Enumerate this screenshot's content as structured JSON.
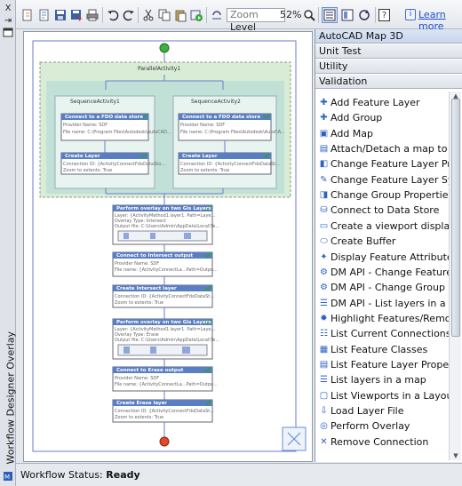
{
  "window": {
    "vertical_title": "Workflow Designer Overlay",
    "close_glyph": "X",
    "pin_glyph": "⇥"
  },
  "toolbar": {
    "zoom_placeholder": "Zoom",
    "zoom_value": "Level",
    "zoom_percent": "52%",
    "learn_more": "Learn more",
    "help_glyph": "?"
  },
  "workflow": {
    "parallel": "ParallelActivity1",
    "seq1": "SequenceActivity1",
    "seq2": "SequenceActivity2",
    "connect_left": "Connect to a FDO data store",
    "connect_right": "Connect to a FDO data store",
    "provider_left": "Provider Name: SDF",
    "file_left": "File name: C:\\Program Files\\Autodesk\\AutoCAD...",
    "provider_right": "Provider Name: SDF",
    "file_right": "File name: C:\\Program Files\\Autodesk\\AutoCA...",
    "create_layer_left": "Create Layer",
    "create_layer_right": "Create Layer",
    "conn_id_left": "Connection ID: {ActivityConnectFdoDataSto...",
    "zoom_extent_left": "Zoom to extents: True",
    "conn_id_right": "Connection ID: {ActivityConnectFdoDataSt...",
    "zoom_extent_right": "Zoom to extents: True",
    "overlay1": "Perform overlay on two Gis Layers",
    "overlay1_l1": "Layer: {ActivityMethod1.layer1. Path=Laye...",
    "overlay1_l2": "Overlay Type: Intersect",
    "overlay1_l3": "Output file: C:\\Users\\Admin\\AppData\\Local\\Te...",
    "connect_intersect": "Connect to Intersect output",
    "ci_l1": "Provider Name: SDF",
    "ci_l2": "File name: {ActivityConnectLa...Path=Outpu...",
    "create_intersect": "Create Intersect layer",
    "cil_l1": "Connection ID: {ActivityConnectFdoDataSt...",
    "cil_l2": "Zoom to extents: True",
    "overlay2": "Perform overlay on two Gis Layers",
    "overlay2_l1": "Layer: {ActivityMethod1.layer1. Path=Laye...",
    "overlay2_l2": "Overlay Type: Erase",
    "overlay2_l3": "Output file: C:\\Users\\Admin\\AppData\\Local\\Te...",
    "connect_erase": "Connect to Erase output",
    "ce_l1": "Provider Name: SDF",
    "ce_l2": "File name: {ActivityConnectLa...Path=Outpu...",
    "create_erase": "Create Erase layer",
    "cel_l1": "Connection ID: {ActivityConnectFdoDataSt...",
    "cel_l2": "Zoom to extents: True"
  },
  "panel": {
    "categories": [
      "AutoCAD Map 3D",
      "Unit Test",
      "Utility",
      "Validation"
    ],
    "activities": [
      {
        "label": "Add Feature Layer",
        "icon": "add-layer-icon"
      },
      {
        "label": "Add Group",
        "icon": "add-group-icon"
      },
      {
        "label": "Add Map",
        "icon": "add-map-icon"
      },
      {
        "label": "Attach/Detach a map to a viewport",
        "icon": "attach-map-icon"
      },
      {
        "label": "Change Feature Layer Properties",
        "icon": "layer-properties-icon"
      },
      {
        "label": "Change Feature Layer Symbol",
        "icon": "layer-symbol-icon"
      },
      {
        "label": "Change Group Properties",
        "icon": "group-properties-icon"
      },
      {
        "label": "Connect to Data Store",
        "icon": "connect-data-store-icon"
      },
      {
        "label": "Create a viewport displaying a map",
        "icon": "viewport-icon"
      },
      {
        "label": "Create Buffer",
        "icon": "buffer-icon"
      },
      {
        "label": "Display Feature Attributes",
        "icon": "attributes-icon"
      },
      {
        "label": "DM API - Change Feature Layer Pro",
        "icon": "dm-gear-icon"
      },
      {
        "label": "DM API - Change Group Properties",
        "icon": "dm-gear-icon"
      },
      {
        "label": "DM API - List layers in a map",
        "icon": "dm-list-icon"
      },
      {
        "label": "Highlight Features/Remove Highlight",
        "icon": "highlight-icon"
      },
      {
        "label": "List Current Connections",
        "icon": "list-connections-icon"
      },
      {
        "label": "List Feature Classes",
        "icon": "list-classes-icon"
      },
      {
        "label": "List Feature Layer Properties",
        "icon": "list-properties-icon"
      },
      {
        "label": "List layers in a map",
        "icon": "list-layers-icon"
      },
      {
        "label": "List Viewports in a Layout",
        "icon": "list-viewports-icon"
      },
      {
        "label": "Load Layer File",
        "icon": "load-layer-icon"
      },
      {
        "label": "Perform Overlay",
        "icon": "overlay-icon"
      },
      {
        "label": "Remove Connection",
        "icon": "remove-connection-icon"
      }
    ]
  },
  "status": {
    "label": "Workflow Status:",
    "value": "Ready"
  }
}
